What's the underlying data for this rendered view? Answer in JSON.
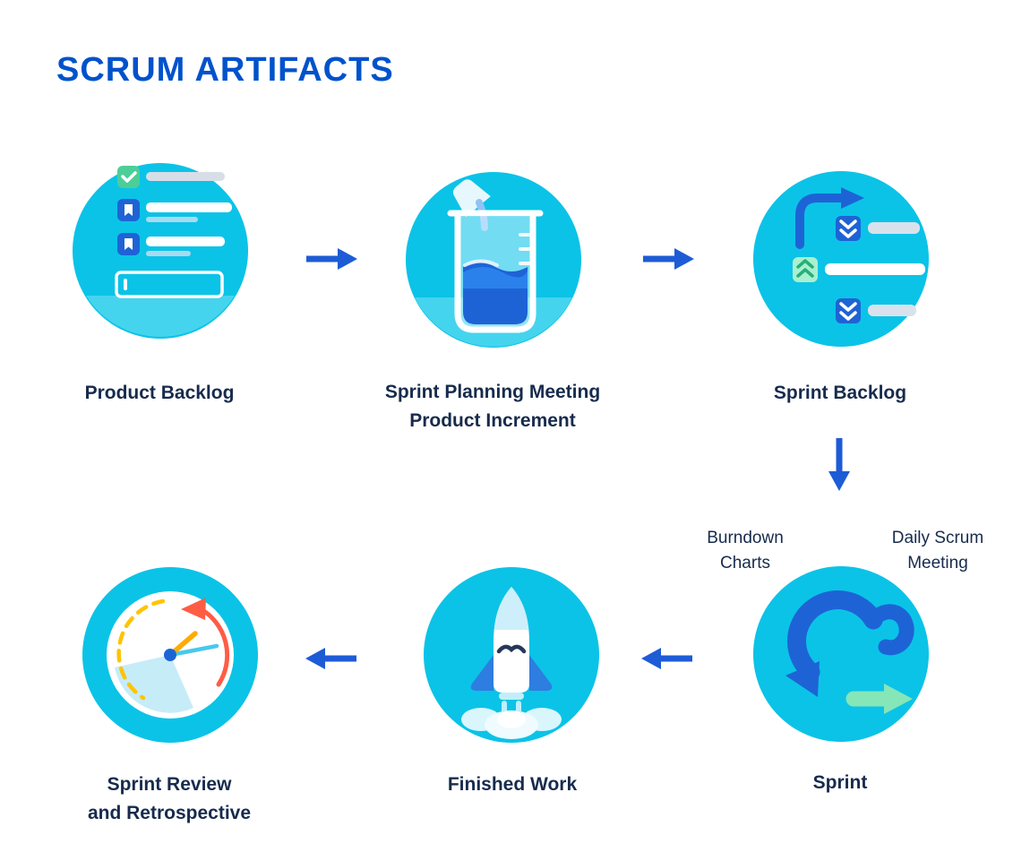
{
  "title": "SCRUM ARTIFACTS",
  "colors": {
    "title_blue": "#0052CC",
    "text_navy": "#172B4D",
    "arrow_blue": "#1D5CD6",
    "circle_cyan": "#0BC3E7"
  },
  "nodes": {
    "product_backlog": {
      "label": "Product Backlog",
      "icon": "backlog-checklist-icon"
    },
    "sprint_planning": {
      "label_line1": "Sprint Planning Meeting",
      "label_line2": "Product Increment",
      "icon": "beaker-icon"
    },
    "sprint_backlog": {
      "label": "Sprint Backlog",
      "icon": "prioritized-list-icon"
    },
    "sprint": {
      "label": "Sprint",
      "icon": "sprint-loop-icon"
    },
    "finished_work": {
      "label": "Finished Work",
      "icon": "rocket-icon"
    },
    "sprint_review": {
      "label_line1": "Sprint Review",
      "label_line2": "and Retrospective",
      "icon": "clock-icon"
    }
  },
  "annotations": {
    "burndown_line1": "Burndown",
    "burndown_line2": "Charts",
    "daily_scrum_line1": "Daily Scrum",
    "daily_scrum_line2": "Meeting"
  }
}
